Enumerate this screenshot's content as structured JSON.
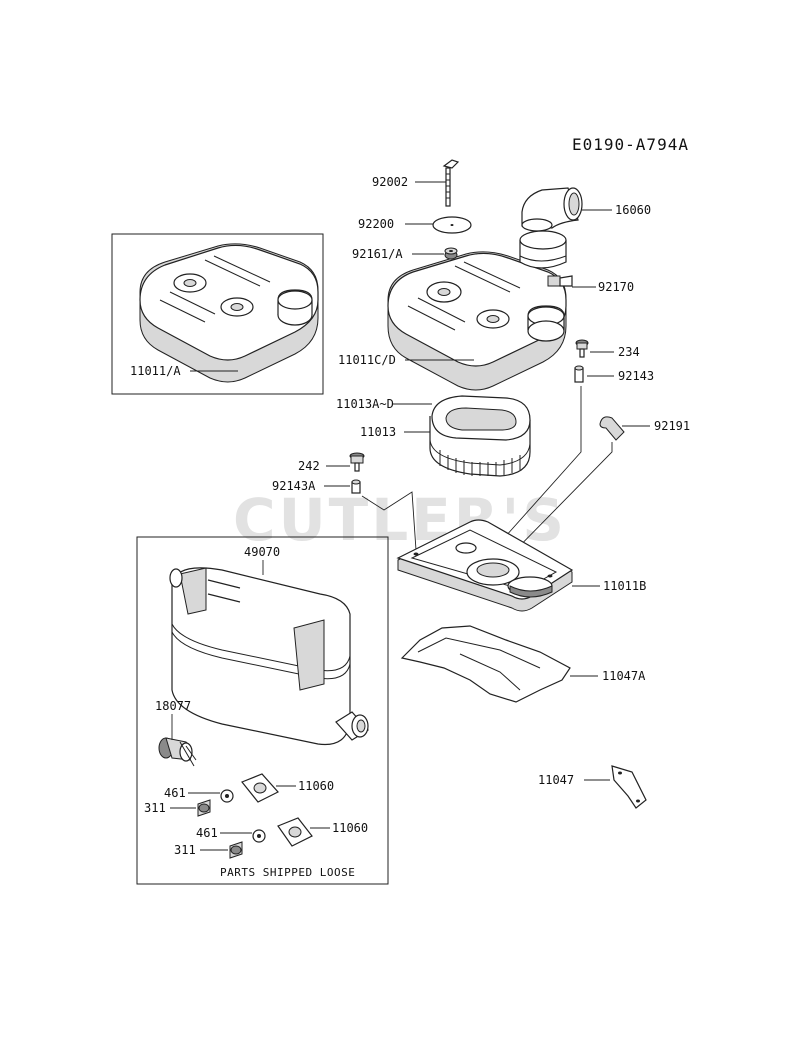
{
  "diagram_code": "E0190-A794A",
  "watermark": "CUTLER'S",
  "loose_box_caption": "PARTS SHIPPED LOOSE",
  "labels": {
    "p92002": "92002",
    "p16060": "16060",
    "p92200": "92200",
    "p92161a": "92161/A",
    "p92170": "92170",
    "p11011a": "11011/A",
    "p11011cd": "11011C/D",
    "p234": "234",
    "p92143": "92143",
    "p11013ad": "11013A~D",
    "p11013": "11013",
    "p92191": "92191",
    "p242": "242",
    "p92143a": "92143A",
    "p49070": "49070",
    "p11011b": "11011B",
    "p11047a": "11047A",
    "p18077": "18077",
    "p11047": "11047",
    "p461a": "461",
    "p11060a": "11060",
    "p311a": "311",
    "p461b": "461",
    "p11060b": "11060",
    "p311b": "311"
  }
}
